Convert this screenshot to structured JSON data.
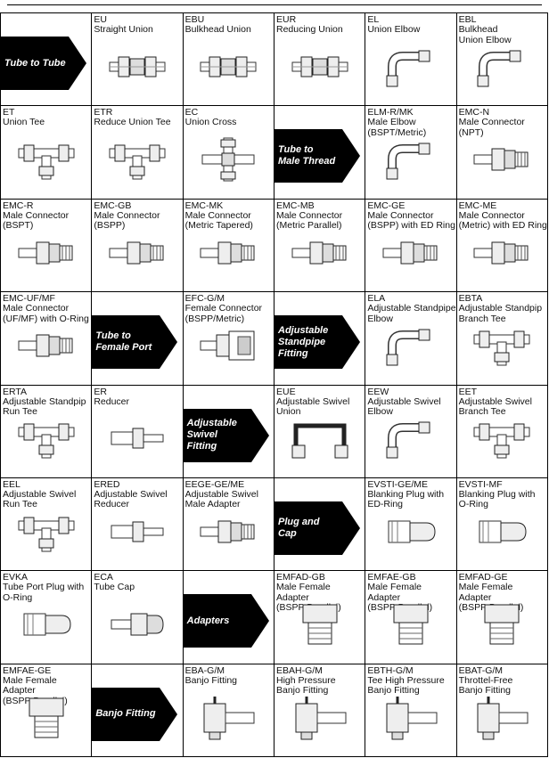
{
  "cells": [
    {
      "kind": "category",
      "label": "Tube to Tube"
    },
    {
      "kind": "item",
      "code": "EU",
      "name": "Straight Union",
      "icon": "straight-union"
    },
    {
      "kind": "item",
      "code": "EBU",
      "name": "Bulkhead Union",
      "icon": "straight-union"
    },
    {
      "kind": "item",
      "code": "EUR",
      "name": "Reducing Union",
      "icon": "straight-union"
    },
    {
      "kind": "item",
      "code": "EL",
      "name": "Union Elbow",
      "icon": "elbow"
    },
    {
      "kind": "item",
      "code": "EBL",
      "name": "Bulkhead\nUnion Elbow",
      "icon": "elbow"
    },
    {
      "kind": "item",
      "code": "ET",
      "name": "Union Tee",
      "icon": "tee"
    },
    {
      "kind": "item",
      "code": "ETR",
      "name": "Reduce Union Tee",
      "icon": "tee"
    },
    {
      "kind": "item",
      "code": "EC",
      "name": "Union Cross",
      "icon": "cross"
    },
    {
      "kind": "category",
      "label": "Tube to\nMale Thread"
    },
    {
      "kind": "item",
      "code": "ELM-R/MK",
      "name": "Male Elbow\n(BSPT/Metric)",
      "icon": "elbow"
    },
    {
      "kind": "item",
      "code": "EMC-N",
      "name": "Male Connector\n(NPT)",
      "icon": "connector"
    },
    {
      "kind": "item",
      "code": "EMC-R",
      "name": "Male Connector\n(BSPT)",
      "icon": "connector"
    },
    {
      "kind": "item",
      "code": "EMC-GB",
      "name": "Male Connector\n(BSPP)",
      "icon": "connector"
    },
    {
      "kind": "item",
      "code": "EMC-MK",
      "name": "Male Connector\n(Metric Tapered)",
      "icon": "connector"
    },
    {
      "kind": "item",
      "code": "EMC-MB",
      "name": "Male Connector\n(Metric Parallel)",
      "icon": "connector"
    },
    {
      "kind": "item",
      "code": "EMC-GE",
      "name": "Male Connector\n(BSPP) with ED Ring",
      "icon": "connector"
    },
    {
      "kind": "item",
      "code": "EMC-ME",
      "name": "Male Connector\n(Metric) with ED Ring",
      "icon": "connector"
    },
    {
      "kind": "item",
      "code": "EMC-UF/MF",
      "name": "Male Connector\n(UF/MF) with O-Ring",
      "icon": "connector"
    },
    {
      "kind": "category",
      "label": "Tube to\nFemale Port"
    },
    {
      "kind": "item",
      "code": "EFC-G/M",
      "name": "Female Connector\n(BSPP/Metric)",
      "icon": "female"
    },
    {
      "kind": "category",
      "label": "Adjustable\nStandpipe\nFitting"
    },
    {
      "kind": "item",
      "code": "ELA",
      "name": "Adjustable Standpipe\nElbow",
      "icon": "elbow"
    },
    {
      "kind": "item",
      "code": "EBTA",
      "name": "Adjustable Standpip\nBranch Tee",
      "icon": "tee"
    },
    {
      "kind": "item",
      "code": "ERTA",
      "name": "Adjustable Standpip\nRun Tee",
      "icon": "tee"
    },
    {
      "kind": "item",
      "code": "ER",
      "name": "Reducer",
      "icon": "reducer"
    },
    {
      "kind": "category",
      "label": "Adjustable\nSwivel\nFitting"
    },
    {
      "kind": "item",
      "code": "EUE",
      "name": "Adjustable Swivel\nUnion",
      "icon": "swivel-union"
    },
    {
      "kind": "item",
      "code": "EEW",
      "name": "Adjustable Swivel\nElbow",
      "icon": "elbow"
    },
    {
      "kind": "item",
      "code": "EET",
      "name": "Adjustable Swivel\nBranch Tee",
      "icon": "tee"
    },
    {
      "kind": "item",
      "code": "EEL",
      "name": "Adjustable Swivel\nRun Tee",
      "icon": "tee"
    },
    {
      "kind": "item",
      "code": "ERED",
      "name": "Adjustable Swivel\nReducer",
      "icon": "reducer"
    },
    {
      "kind": "item",
      "code": "EEGE-GE/ME",
      "name": "Adjustable Swivel\nMale Adapter",
      "icon": "connector"
    },
    {
      "kind": "category",
      "label": "Plug and\nCap"
    },
    {
      "kind": "item",
      "code": "EVSTI-GE/ME",
      "name": "Blanking Plug with\nED-Ring",
      "icon": "plug"
    },
    {
      "kind": "item",
      "code": "EVSTI-MF",
      "name": "Blanking Plug with\nO-Ring",
      "icon": "plug"
    },
    {
      "kind": "item",
      "code": "EVKA",
      "name": "Tube Port Plug with\nO-Ring",
      "icon": "plug"
    },
    {
      "kind": "item",
      "code": "ECA",
      "name": "Tube Cap",
      "icon": "cap"
    },
    {
      "kind": "category",
      "label": "Adapters"
    },
    {
      "kind": "item",
      "code": "EMFAD-GB",
      "name": "Male Female Adapter\n(BSPP Parallel)",
      "icon": "adapter"
    },
    {
      "kind": "item",
      "code": "EMFAE-GB",
      "name": "Male Female Adapter\n(BSPP Parallel)",
      "icon": "adapter"
    },
    {
      "kind": "item",
      "code": "EMFAD-GE",
      "name": "Male Female Adapter\n(BSPP Parallel)",
      "icon": "adapter"
    },
    {
      "kind": "item",
      "code": "EMFAE-GE",
      "name": "Male Female Adapter\n(BSPP Parallel)",
      "icon": "adapter"
    },
    {
      "kind": "category",
      "label": "Banjo Fitting"
    },
    {
      "kind": "item",
      "code": "EBA-G/M",
      "name": "Banjo Fitting",
      "icon": "banjo"
    },
    {
      "kind": "item",
      "code": "EBAH-G/M",
      "name": "High Pressure\nBanjo Fitting",
      "icon": "banjo"
    },
    {
      "kind": "item",
      "code": "EBTH-G/M",
      "name": "Tee High Pressure\nBanjo Fitting",
      "icon": "banjo"
    },
    {
      "kind": "item",
      "code": "EBAT-G/M",
      "name": "Throttel-Free\nBanjo Fitting",
      "icon": "banjo"
    }
  ]
}
